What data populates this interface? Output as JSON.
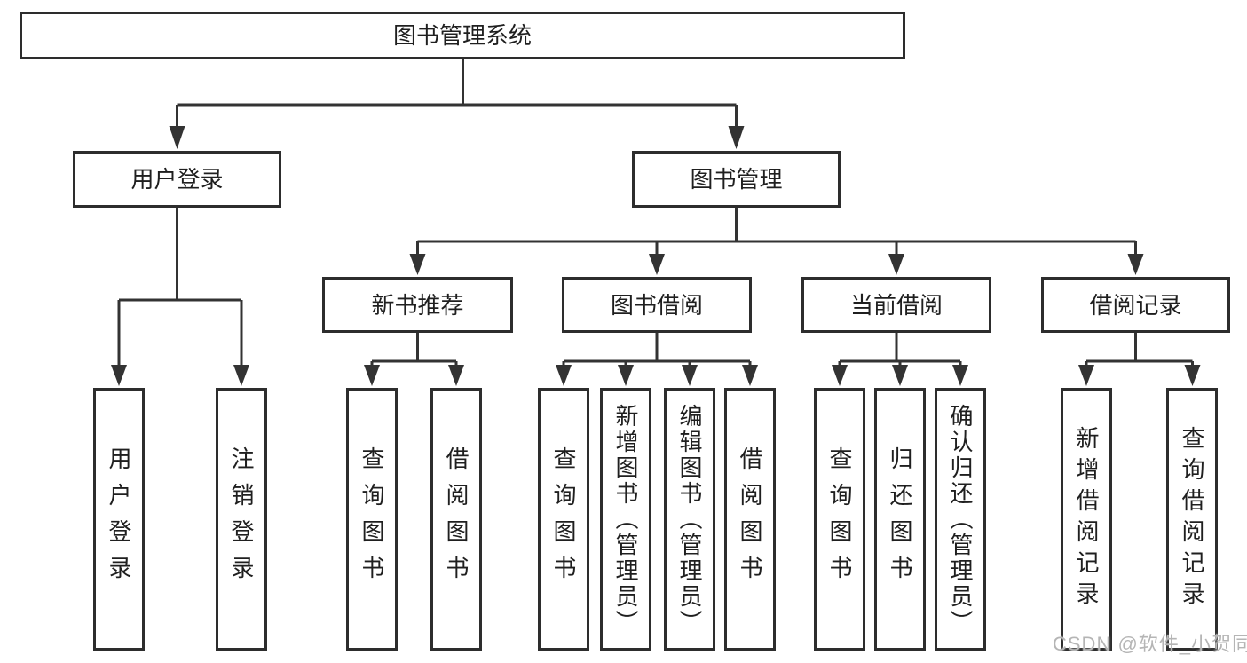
{
  "watermark": "CSDN @软件_小贺同学",
  "colors": {
    "line": "#333333",
    "border": "#2d2d2d",
    "text": "#1f1f1f",
    "background": "#ffffff",
    "watermark": "#b5b5b5"
  },
  "chart_type": "hierarchy-diagram",
  "tree": {
    "label": "图书管理系统",
    "children": [
      {
        "label": "用户登录",
        "children": [
          {
            "label": "用户登录"
          },
          {
            "label": "注销登录"
          }
        ]
      },
      {
        "label": "图书管理",
        "children": [
          {
            "label": "新书推荐",
            "children": [
              {
                "label": "查询图书"
              },
              {
                "label": "借阅图书"
              }
            ]
          },
          {
            "label": "图书借阅",
            "children": [
              {
                "label": "查询图书"
              },
              {
                "label": "新增图书（管理员）"
              },
              {
                "label": "编辑图书（管理员）"
              },
              {
                "label": "借阅图书"
              }
            ]
          },
          {
            "label": "当前借阅",
            "children": [
              {
                "label": "查询图书"
              },
              {
                "label": "归还图书"
              },
              {
                "label": "确认归还（管理员）"
              }
            ]
          },
          {
            "label": "借阅记录",
            "children": [
              {
                "label": "新增借阅记录"
              },
              {
                "label": "查询借阅记录"
              }
            ]
          }
        ]
      }
    ]
  }
}
